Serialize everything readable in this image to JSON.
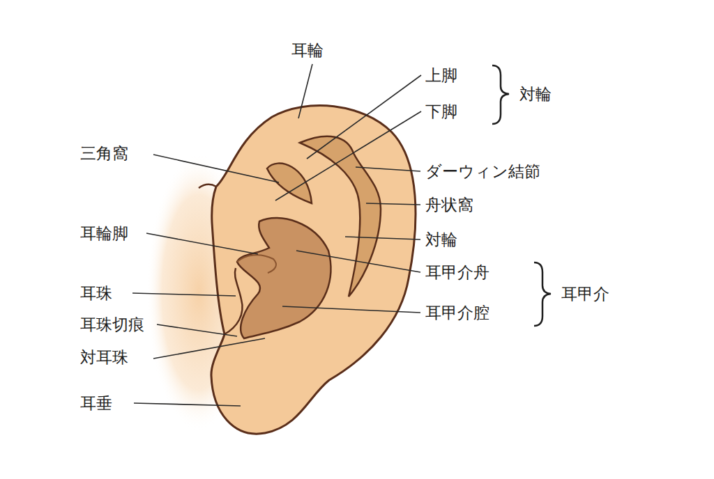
{
  "diagram": {
    "labels": [
      "耳輪",
      "上脚",
      "下脚",
      "対輪",
      "三角窩",
      "ダーウィン結節",
      "舟状窩",
      "対輪",
      "耳輪脚",
      "耳甲介舟",
      "耳甲介",
      "耳珠",
      "耳甲介腔",
      "耳珠切痕",
      "対耳珠",
      "耳垂"
    ]
  }
}
